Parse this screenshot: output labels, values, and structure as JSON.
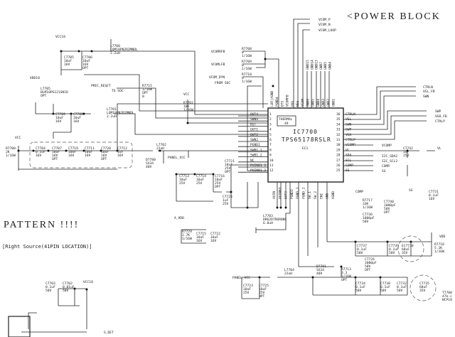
{
  "title": "<POWER BLOCK",
  "pattern_note": "PATTERN !!!!",
  "source_note": "[Right Source(41PIN LOCATION)]",
  "ic": {
    "ref": "IC7700",
    "part": "TPS65178RSLR",
    "sub": "EC1",
    "thermal": "THERMAL",
    "thermal_pin": "49",
    "left_pins": [
      "OUT4",
      "SWN4",
      "RST",
      "OUT1",
      "OUT2",
      "SWN2",
      "PGND2",
      "SWB1_1",
      "SWB1_2",
      "NC",
      "PVINB1_1",
      "PVINB1_2"
    ],
    "left_nums": [
      "1",
      "2",
      "3",
      "4",
      "5",
      "6",
      "7",
      "8",
      "9",
      "10",
      "11",
      "12"
    ],
    "right_pins": [
      "CTRLN",
      "VSL",
      "SWN",
      "SWP",
      "VGH",
      "CTRLP",
      "VCOMP",
      "VL",
      "SDA",
      "SCL",
      "COMP",
      "SS"
    ],
    "right_nums": [
      "36",
      "35",
      "34",
      "33",
      "32",
      "31",
      "30",
      "29",
      "28",
      "27",
      "26",
      "25"
    ],
    "top_pins": [
      "LDF|AGND",
      "PGND4",
      "DTS",
      "VCOMFB",
      "POS",
      "NEG",
      "VCOM",
      "GND6",
      "GND5",
      "GND4",
      "GND3",
      "GND2",
      "GND1"
    ],
    "bottom_pins": [
      "AVIN",
      "PVINB3",
      "OUT3",
      "PGND3",
      "PGND_1",
      "PGND_2",
      "SW_1",
      "SW_2",
      "ENI",
      "GND",
      "AGND"
    ]
  },
  "nets": {
    "vcom_p": "VCOM_P",
    "vcom_n": "VCOM_N",
    "vcom_loop": "VCOM_LOOP",
    "vcomrfb": "VCOMRFB",
    "vcomlfb": "VCOMLFB",
    "vcom_dyn": "VCOM_DYN",
    "from_soc": "FROM SOC",
    "gnd_labels": [
      "GND15",
      "GND14",
      "GND13",
      "GND7",
      "GND5",
      "GND4"
    ],
    "ctrln": "CTRLN",
    "vsl_fb": "VSL_FB",
    "swn": "SWN",
    "swp": "SWP",
    "vgh_fb": "VGH_FB",
    "ctrlp": "CTRLP",
    "vcomp": "VCOMP",
    "vl": "VL",
    "i2c_sda": "I2C_SDA2",
    "i2c_scl": "I2C_SCL2",
    "comp": "COMP",
    "ss": "SS",
    "comp2": "COMP",
    "ss2": "SS",
    "vcc18": "VCC18",
    "vcc18b": "VCC18",
    "vddd": "VDD18",
    "vcc": "VCC",
    "vcc2": "VCC",
    "panel_vcc": "PANEL_VCC",
    "panel_vcc2": "PANEL_VCC",
    "avdd": "A_VDD",
    "vdd": "VDD",
    "pmic_reset": "PMIC_RESET",
    "to_soc": "TO SOC",
    "s_det": "S_DET"
  },
  "parts": [
    {
      "ref": "R7708",
      "v1": "0",
      "v2": "1/16W"
    },
    {
      "ref": "R7709",
      "v1": "0",
      "v2": "1/16W"
    },
    {
      "ref": "R7710",
      "v1": "0",
      "v2": "1/16W"
    },
    {
      "ref": "L7700",
      "v1": "LQM18PN2R2MNDL",
      "v2": "2.2uH"
    },
    {
      "ref": "C7705",
      "v1": "10uF",
      "v2": "16V"
    },
    {
      "ref": "C7706",
      "v1": "10uF",
      "v2": "16V",
      "v3": "OPT"
    },
    {
      "ref": "L7705",
      "v1": "BLM18PG121SN1D",
      "v2": "OPT"
    },
    {
      "ref": "R7715",
      "v1": "1/16W",
      "v2": "OPT",
      "v3": "0"
    },
    {
      "ref": "L7701",
      "v1": "LQM18PN2R2MNDL",
      "v2": "2.2uH"
    },
    {
      "ref": "C7708",
      "v1": "10uF",
      "v2": "16V"
    },
    {
      "ref": "C7709",
      "v1": "10uF",
      "v2": "16V"
    },
    {
      "ref": "R7701",
      "v1": "10K",
      "v2": "1/16W"
    },
    {
      "ref": "R7700",
      "v1": "2K",
      "v2": "1/16W"
    },
    {
      "ref": "L7702",
      "v1": "22uH"
    },
    {
      "ref": "D7780",
      "v1": "SX34",
      "v2": "40V"
    },
    {
      "ref": "C7721",
      "v1": "10uF",
      "v2": "25V",
      "v3": "OPT"
    },
    {
      "ref": "C7713",
      "v1": "10uF",
      "v2": "25V"
    },
    {
      "ref": "C7714",
      "v1": "10uF",
      "v2": "25V"
    },
    {
      "ref": "C7716",
      "v1": "10uF",
      "v2": "25V",
      "v3": "OPT"
    },
    {
      "ref": "C7724",
      "v1": "1uF",
      "v2": "25V"
    },
    {
      "ref": "C7742",
      "v1": "1uF",
      "v2": "25V"
    },
    {
      "ref": "R7717",
      "v1": "33K",
      "v2": "1/16W"
    },
    {
      "ref": "C7740",
      "v1": "1000pF",
      "v2": "50V",
      "v3": "OPT"
    },
    {
      "ref": "C7736",
      "v1": "1000pF",
      "v2": "50V"
    },
    {
      "ref": "C7731",
      "v1": "0.1uF",
      "v2": "16V"
    },
    {
      "ref": "L7703",
      "v1": "DR62D7R6R8NC",
      "v2": "6.8uH"
    },
    {
      "ref": "R7729",
      "v1": "2.7K",
      "v2": "1/16W"
    },
    {
      "ref": "C7715",
      "v1": "10uF",
      "v2": "16V"
    },
    {
      "ref": "C7722",
      "v1": "10uF",
      "v2": "16V"
    },
    {
      "ref": "C7737",
      "v1": "0.1uF",
      "v2": "50V"
    },
    {
      "ref": "C7739",
      "v1": "0.1uF",
      "v2": "50V"
    },
    {
      "ref": "EC7730",
      "v1": "68uF",
      "v2": "35V"
    },
    {
      "ref": "R7718",
      "v1": "5.1K",
      "v2": "1/16W"
    },
    {
      "ref": "R7713",
      "v1": "3.3",
      "v2": "1/16W",
      "v3": "OPT"
    },
    {
      "ref": "C7726",
      "v1": "1000pF",
      "v2": "50V",
      "v3": "OPT"
    },
    {
      "ref": "L7704",
      "v1": "22uH"
    },
    {
      "ref": "D7781",
      "v1": "SX34",
      "v2": "40V"
    },
    {
      "ref": "C7723",
      "v1": "10uF",
      "v2": "25V"
    },
    {
      "ref": "C7725",
      "v1": "10uF",
      "v2": "25V",
      "v3": "OPT"
    },
    {
      "ref": "C7734",
      "v1": "0.1uF",
      "v2": "50V"
    },
    {
      "ref": "C7738",
      "v1": "0.1uF",
      "v2": "50V"
    },
    {
      "ref": "C7732",
      "v1": "0.1uF",
      "v2": "50V"
    },
    {
      "ref": "C7735",
      "v1": "68uF",
      "v2": "35V"
    },
    {
      "ref": "C7703",
      "v1": "0.1uF",
      "v2": "50V"
    },
    {
      "ref": "C7702",
      "v1": "0.01uF",
      "v2": "50V"
    },
    {
      "ref": "T7700",
      "v1": "47k-c",
      "v2": "NCP18"
    }
  ],
  "bank": [
    {
      "ref": "C7704",
      "v1": "0.1uF",
      "v2": "16V"
    },
    {
      "ref": "C7707",
      "v1": "10uF",
      "v2": "16V",
      "v3": "OPT"
    },
    {
      "ref": "C7719",
      "v1": "10uF",
      "v2": "16V"
    },
    {
      "ref": "C7711",
      "v1": "10uF",
      "v2": "16V"
    },
    {
      "ref": "C7720",
      "v1": "10uF",
      "v2": "16V",
      "v3": "OPT"
    },
    {
      "ref": "C7712",
      "v1": "1uF",
      "v2": "16V"
    }
  ]
}
